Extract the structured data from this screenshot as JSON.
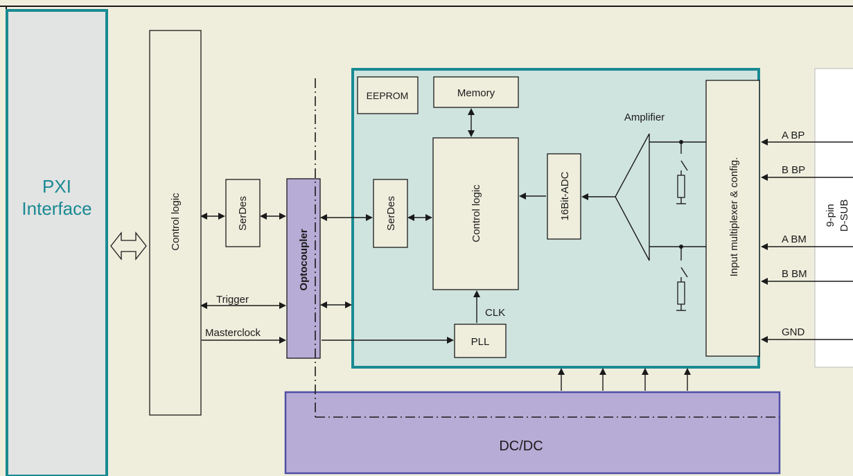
{
  "blocks": {
    "pxi_interface": [
      "PXI",
      "Interface"
    ],
    "control_logic_left": "Control logic",
    "serdes_left": "SerDes",
    "optocoupler": "Optocoupler",
    "eeprom": "EEPROM",
    "memory": "Memory",
    "serdes_right": "SerDes",
    "control_logic_right": "Control logic",
    "adc": "16Bit-ADC",
    "amplifier": "Amplifier",
    "input_mux": "Input multiplexer & config.",
    "pll": "PLL",
    "dcdc": "DC/DC",
    "dsub": [
      "9-pin",
      "D-SUB"
    ]
  },
  "signals": {
    "trigger": "Trigger",
    "masterclock": "Masterclock",
    "clk": "CLK",
    "inputs": [
      "A BP",
      "B BP",
      "A BM",
      "B BM",
      "GND"
    ]
  },
  "colors": {
    "background": "#efeedd",
    "teal_border": "#1a8a93",
    "pxi_fill": "#e2e3e3",
    "module_fill": "#d0e4df",
    "purple_fill": "#b7acd6",
    "purple_border": "#4f4fa6"
  }
}
